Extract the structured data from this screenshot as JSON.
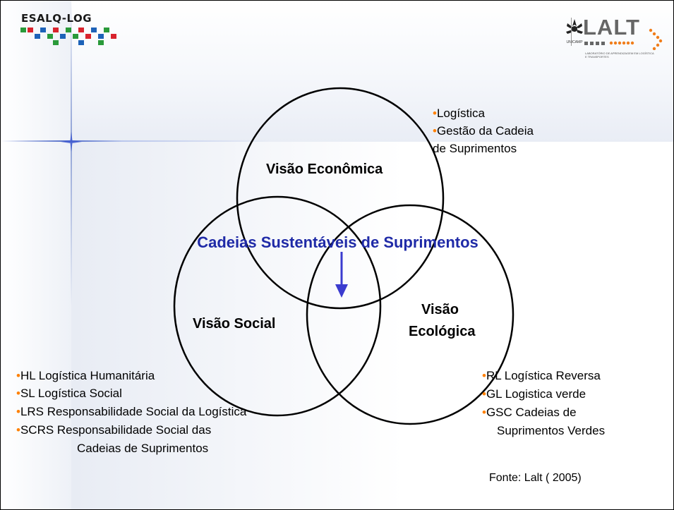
{
  "logos": {
    "left": {
      "text": "ESALQ-LOG"
    },
    "right": {
      "unicamp_text": "UNICAMP",
      "lalt_text": "LALT",
      "lalt_subtitle": "LABORATÓRIO DE APRENDIZAGEM EM LOGÍSTICA E TRANSPORTES"
    }
  },
  "venn": {
    "top_circle_label": "Visão Econômica",
    "left_circle_label": "Visão Social",
    "right_circle_label_line1": "Visão",
    "right_circle_label_line2": "Ecológica",
    "center_title": "Cadeias Sustentáveis de Suprimentos"
  },
  "top_right_list": [
    {
      "bullet": "•",
      "text": "Logística"
    },
    {
      "bullet": "•",
      "text": "Gestão da Cadeia"
    },
    {
      "bullet": "",
      "text": "de Suprimentos"
    }
  ],
  "bottom_left_list": [
    {
      "bullet": "•",
      "text": "HL Logística Humanitária"
    },
    {
      "bullet": "•",
      "text": "SL Logística Social"
    },
    {
      "bullet": "•",
      "text": "LRS Responsabilidade Social da Logística"
    },
    {
      "bullet": "•",
      "text": "SCRS Responsabilidade Social das"
    },
    {
      "bullet": "",
      "text": "Cadeias de Suprimentos"
    }
  ],
  "bottom_right_list": [
    {
      "bullet": "•",
      "text": "RL Logística Reversa"
    },
    {
      "bullet": "•",
      "text": "GL Logistica verde"
    },
    {
      "bullet": "•",
      "text": "GSC Cadeias de"
    },
    {
      "bullet": "",
      "text": "Suprimentos Verdes"
    }
  ],
  "source": "Fonte: Lalt ( 2005)",
  "colors": {
    "bullet": "#ff8000",
    "title": "#1f2aa7",
    "arrow": "#3b3ccf",
    "circle_stroke": "#000000"
  }
}
